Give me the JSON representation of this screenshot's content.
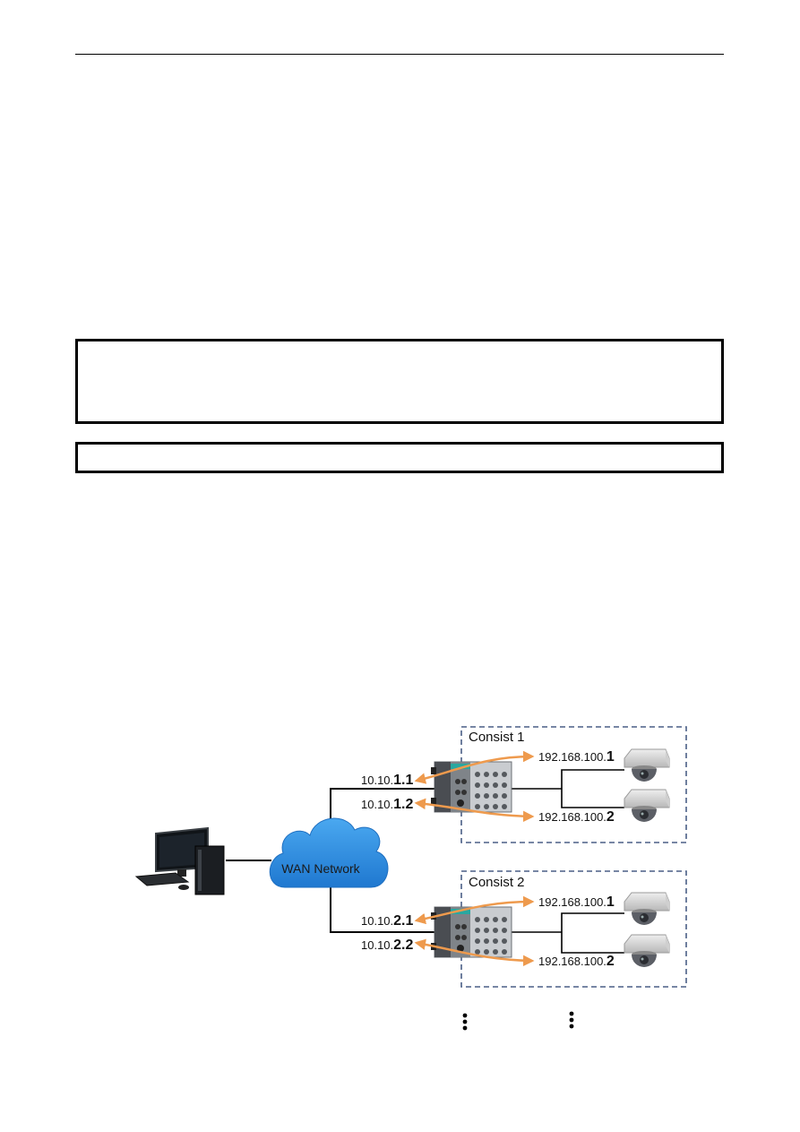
{
  "diagram": {
    "wan_label": "WAN Network",
    "consists": [
      {
        "title": "Consist 1",
        "switch_ips": [
          {
            "prefix": "10.10.",
            "suffix": "1.1"
          },
          {
            "prefix": "10.10.",
            "suffix": "1.2"
          }
        ],
        "camera_ips": [
          {
            "prefix": "192.168.100.",
            "suffix": "1"
          },
          {
            "prefix": "192.168.100.",
            "suffix": "2"
          }
        ]
      },
      {
        "title": "Consist 2",
        "switch_ips": [
          {
            "prefix": "10.10.",
            "suffix": "2.1"
          },
          {
            "prefix": "10.10.",
            "suffix": "2.2"
          }
        ],
        "camera_ips": [
          {
            "prefix": "192.168.100.",
            "suffix": "1"
          },
          {
            "prefix": "192.168.100.",
            "suffix": "2"
          }
        ]
      }
    ],
    "icons": {
      "pc": "desktop-computer-icon",
      "cloud": "cloud-icon",
      "switch": "ethernet-switch-icon",
      "camera": "dome-camera-icon",
      "more": "vertical-ellipsis-icon"
    },
    "colors": {
      "nat_arrow": "#ee9a4d",
      "consist_border": "#4a5f86",
      "cloud_fill": "#2d8de0",
      "line": "#000000"
    }
  }
}
